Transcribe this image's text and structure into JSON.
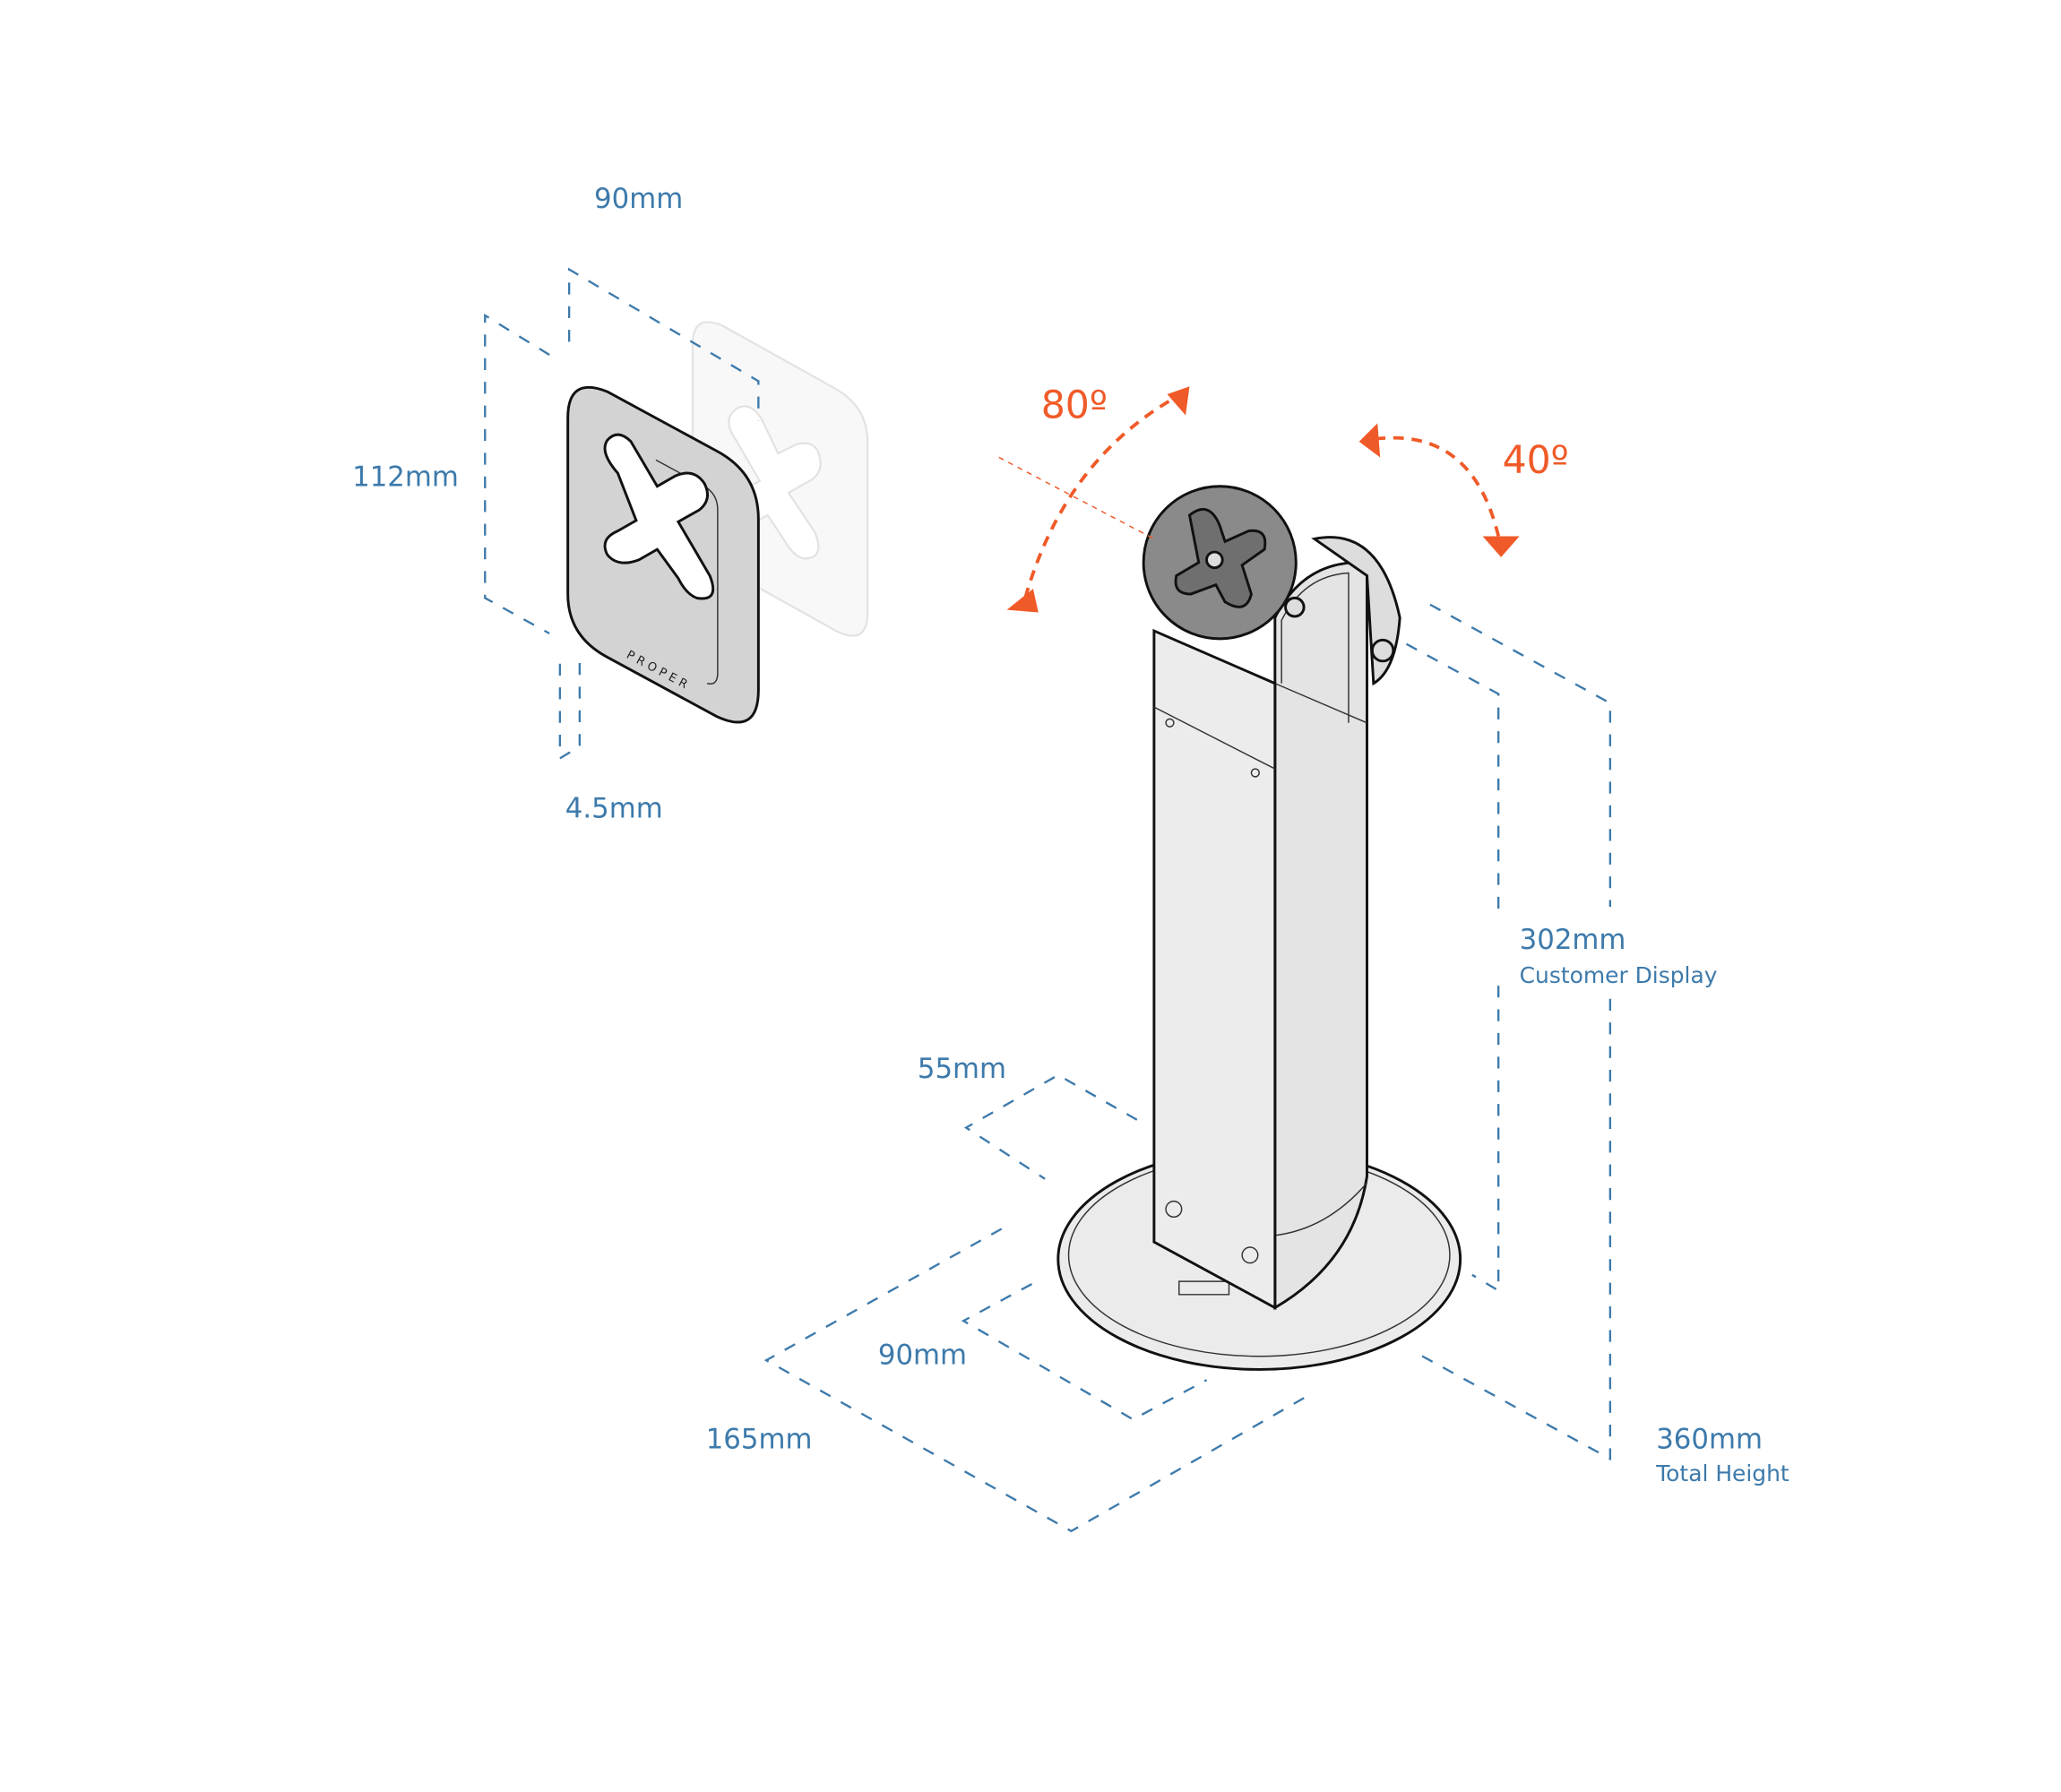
{
  "colors": {
    "dimension": "#3d7aab",
    "rotation": "#f05a28",
    "plate": "#d3d3d3",
    "body": "#ebebeb"
  },
  "plate": {
    "width_label": "90mm",
    "height_label": "112mm",
    "thickness_label": "4.5mm",
    "brand": "PROPER"
  },
  "rotation": {
    "tilt_label": "80º",
    "swivel_label": "40º"
  },
  "base": {
    "column_depth_label": "55mm",
    "column_width_label": "90mm",
    "base_diameter_label": "165mm"
  },
  "heights": {
    "display_height_label": "302mm",
    "display_height_caption": "Customer Display",
    "total_height_label": "360mm",
    "total_height_caption": "Total Height"
  }
}
